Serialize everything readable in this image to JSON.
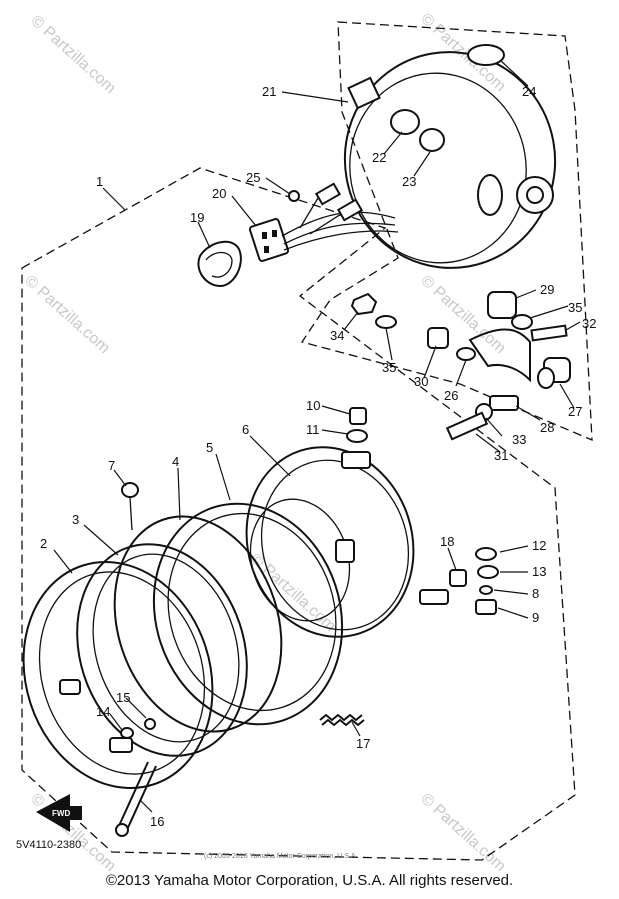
{
  "watermarks": [
    "© Partzilla.com",
    "© Partzilla.com",
    "© Partzilla.com",
    "© Partzilla.com",
    "© Partzilla.com",
    "© Partzilla.com",
    "© Partzilla.com"
  ],
  "diagram": {
    "part_numbers": [
      "1",
      "2",
      "3",
      "4",
      "5",
      "6",
      "7",
      "8",
      "9",
      "10",
      "11",
      "12",
      "13",
      "14",
      "15",
      "16",
      "17",
      "18",
      "19",
      "20",
      "21",
      "22",
      "23",
      "24",
      "25",
      "26",
      "27",
      "28",
      "29",
      "30",
      "31",
      "32",
      "33",
      "34",
      "35",
      "35"
    ],
    "drawing_code": "5V4110-2380",
    "fwd_label": "FWD",
    "inner_copyright": "(c) 2005-2016 Yamaha Motor Corporation, U.S.A"
  },
  "footer": {
    "copyright": "©2013 Yamaha Motor Corporation, U.S.A. All rights reserved."
  }
}
